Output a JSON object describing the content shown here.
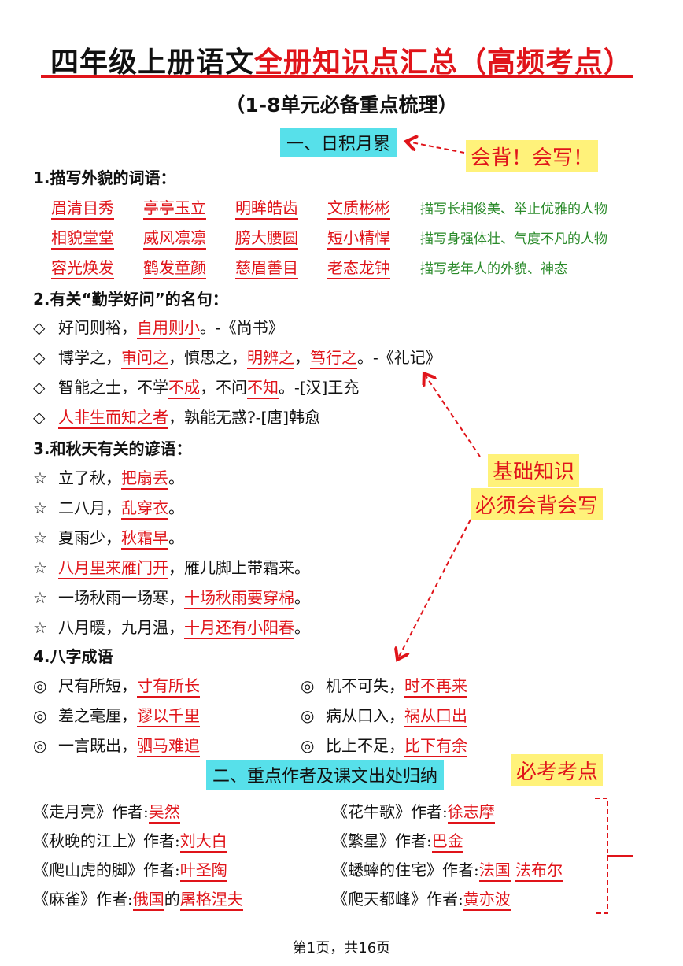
{
  "title": {
    "black": "四年级上册语文",
    "red": "全册知识点汇总（高频考点）"
  },
  "subtitle": "（1-8单元必备重点梳理）",
  "section1": {
    "heading": "一、日积月累",
    "sticker": "会背！会写！"
  },
  "part1": {
    "heading": "1.描写外貌的词语：",
    "rows": [
      {
        "words": [
          "眉清目秀",
          "亭亭玉立",
          "明眸皓齿",
          "文质彬彬"
        ],
        "note": "描写长相俊美、举止优雅的人物"
      },
      {
        "words": [
          "相貌堂堂",
          "威风凛凛",
          "膀大腰圆",
          "短小精悍"
        ],
        "note": "描写身强体壮、气度不凡的人物"
      },
      {
        "words": [
          "容光焕发",
          "鹤发童颜",
          "慈眉善目",
          "老态龙钟"
        ],
        "note": "描写老年人的外貌、神态"
      }
    ]
  },
  "part2": {
    "heading": "2.有关“勤学好问”的名句：",
    "symbol": "◇",
    "l1": {
      "a": "好问则裕，",
      "b": "自用则小",
      "c": "。-《尚书》"
    },
    "l2": {
      "a": "博学之，",
      "b": "审问之",
      "c": "，慎思之，",
      "d": "明辨之",
      "e": "，",
      "f": "笃行之",
      "g": "。-《礼记》"
    },
    "l3": {
      "a": "智能之士，不学",
      "b": "不成",
      "c": "，不问",
      "d": "不知",
      "e": "。-[汉]王充"
    },
    "l4": {
      "a": "人非生而知之者",
      "b": "，孰能无惑?-[唐]韩愈"
    }
  },
  "sticker2": {
    "line1": "基础知识",
    "line2": "必须会背会写"
  },
  "part3": {
    "heading": "3.和秋天有关的谚语：",
    "symbol": "☆",
    "lines": [
      {
        "a": "立了秋，",
        "b": "把扇丢",
        "c": "。"
      },
      {
        "a": "二八月，",
        "b": "乱穿衣",
        "c": "。"
      },
      {
        "a": "夏雨少，",
        "b": "秋霜早",
        "c": "。"
      },
      {
        "a": "",
        "b": "八月里来雁门开",
        "c": "，雁儿脚上带霜来。"
      },
      {
        "a": "一场秋雨一场寒，",
        "b": "十场秋雨要穿棉",
        "c": "。"
      },
      {
        "a": "八月暖，九月温，",
        "b": "十月还有小阳春",
        "c": "。"
      }
    ]
  },
  "part4": {
    "heading": "4.八字成语",
    "symbol": "◎",
    "left": [
      {
        "a": "尺有所短，",
        "b": "寸有所长"
      },
      {
        "a": "差之毫厘，",
        "b": "谬以千里"
      },
      {
        "a": "一言既出，",
        "b": "驷马难追"
      }
    ],
    "right": [
      {
        "a": "机不可失，",
        "b": "时不再来"
      },
      {
        "a": "病从口入，",
        "b": "祸从口出"
      },
      {
        "a": "比上不足，",
        "b": "比下有余"
      }
    ]
  },
  "section2": {
    "heading": "二、重点作者及课文出处归纳",
    "sticker": "必考考点"
  },
  "authors": {
    "left": [
      {
        "work": "《走月亮》作者:",
        "name": "吴然"
      },
      {
        "work": "《秋晚的江上》作者:",
        "name": "刘大白"
      },
      {
        "work": "《爬山虎的脚》作者:",
        "name": "叶圣陶"
      },
      {
        "work": "《麻雀》作者:",
        "name": "俄国",
        "mid": "的",
        "name2": "屠格涅夫"
      }
    ],
    "right": [
      {
        "work": "《花牛歌》作者:",
        "name": "徐志摩"
      },
      {
        "work": "《繁星》作者:",
        "name": "巴金"
      },
      {
        "work": "《蟋蟀的住宅》作者:",
        "name": "法国",
        "mid": " ",
        "name2": "法布尔"
      },
      {
        "work": "《爬天都峰》作者:",
        "name": "黄亦波"
      }
    ]
  },
  "footer": "第1页，共16页",
  "colors": {
    "accent": "#e0141a",
    "highlight_cyan": "#57e0ea",
    "highlight_yellow": "#fff27a",
    "note_green": "#2a8a2a"
  }
}
